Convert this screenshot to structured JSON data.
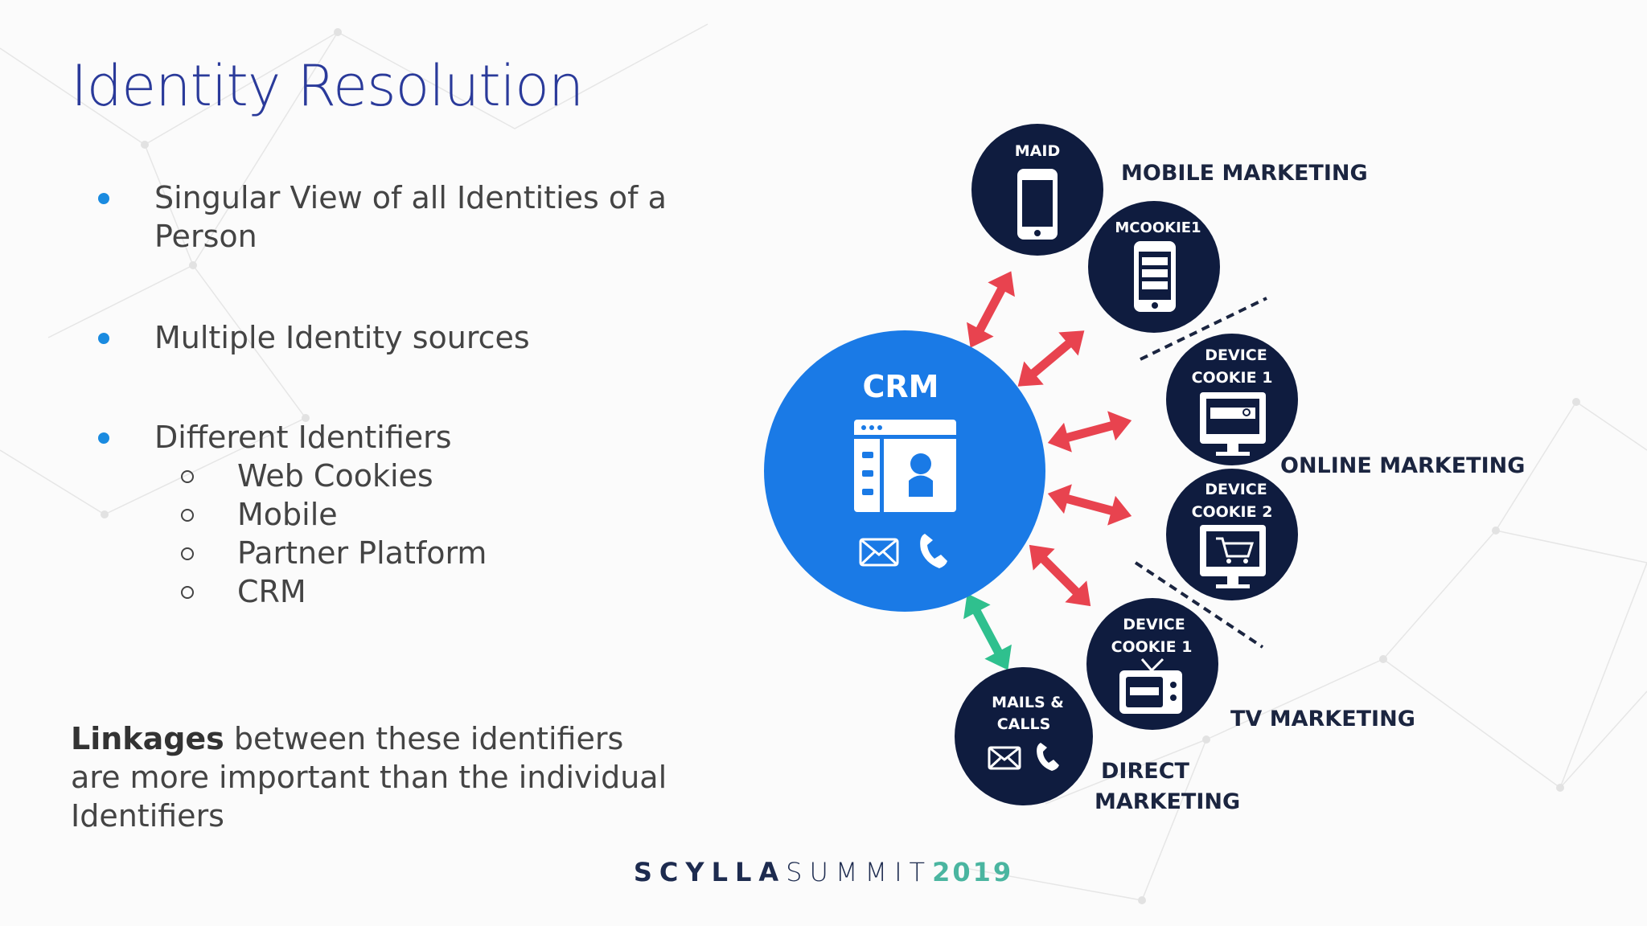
{
  "title": "Identity Resolution",
  "bullets": [
    {
      "text": "Singular View of all Identities of a Person"
    },
    {
      "text": "Multiple Identity sources"
    },
    {
      "text": "Different Identifiers"
    }
  ],
  "sub_bullets": [
    "Web Cookies",
    "Mobile",
    "Partner Platform",
    "CRM"
  ],
  "note": {
    "bold": "Linkages",
    "rest": " between these identifiers are more important than the individual Identifiers"
  },
  "footer": {
    "scylla": "SCYLLA",
    "summit": "SUMMIT",
    "year": "2019"
  },
  "diagram": {
    "hub": {
      "label": "CRM",
      "color": "#1a7ae6"
    },
    "nodes": {
      "maid": "MAID",
      "mcookie": "MCOOKIE1",
      "device_cookie_1_line1": "DEVICE",
      "device_cookie_1_line2": "COOKIE 1",
      "device_cookie_2_line1": "DEVICE",
      "device_cookie_2_line2": "COOKIE 2",
      "tv_cookie_line1": "DEVICE",
      "tv_cookie_line2": "COOKIE 1",
      "mails_line1": "MAILS &",
      "mails_line2": "CALLS"
    },
    "channels": {
      "mobile": "MOBILE MARKETING",
      "online": "ONLINE MARKETING",
      "tv": "TV MARKETING",
      "direct_line1": "DIRECT",
      "direct_line2": "MARKETING"
    },
    "colors": {
      "node": "#0f1c3f",
      "arrow_red": "#e8434f",
      "arrow_green": "#2fc08e",
      "text": "#1b2540"
    },
    "icons": [
      "smartphone-icon",
      "phone-cookie-icon",
      "browser-profile-icon",
      "monitor-search-icon",
      "monitor-cart-icon",
      "tv-icon",
      "mail-icon",
      "phone-handset-icon"
    ]
  }
}
